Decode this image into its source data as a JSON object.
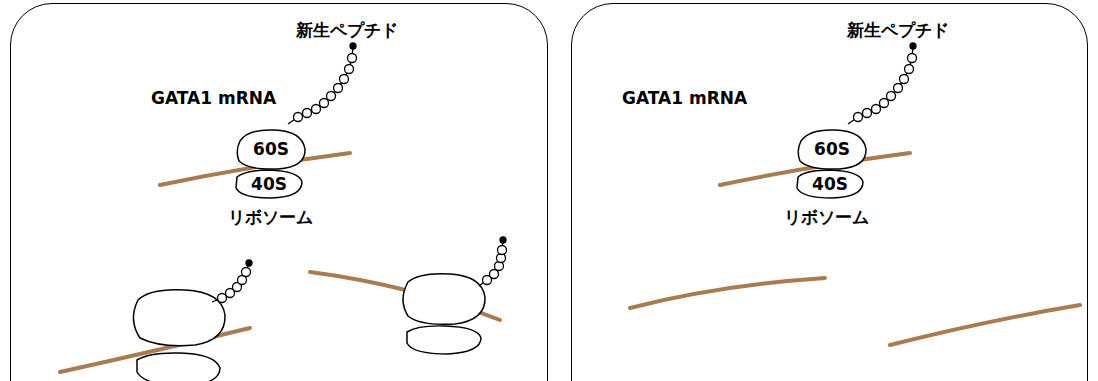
{
  "diagram": {
    "nodes": [
      {
        "text": [
          "新生ペプチド",
          "GATA1 mRNA",
          "リボソーム"
        ]
      },
      {
        "text": [
          "60S"
        ],
        "in": 0
      },
      {
        "text": [
          "40S"
        ],
        "in": 0
      },
      {
        "text": [
          "新生ペプチド",
          "GATA1 mRNA",
          "リボソーム"
        ]
      },
      {
        "text": [
          "60S"
        ],
        "in": 3
      },
      {
        "text": [
          "40S"
        ],
        "in": 3
      }
    ]
  }
}
